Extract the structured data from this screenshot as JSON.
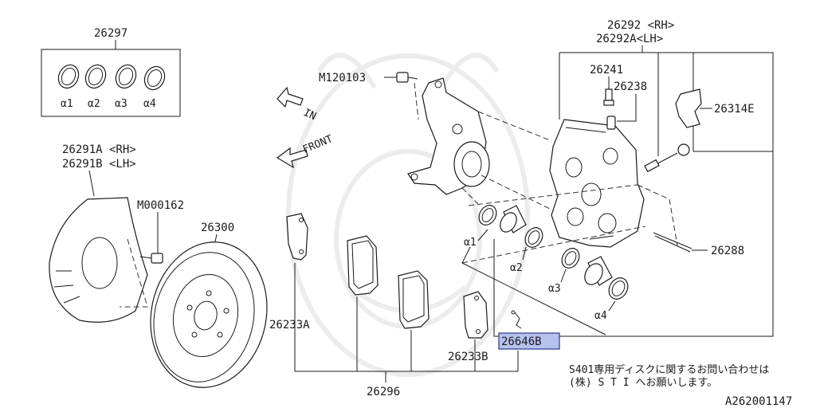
{
  "labels": {
    "seal_kit": "26297",
    "seal_a1": "α1",
    "seal_a2": "α2",
    "seal_a3": "α3",
    "seal_a4": "α4",
    "cover_rh": "26291A <RH>",
    "cover_lh": "26291B <LH>",
    "bolt_m000162": "M000162",
    "rotor": "26300",
    "bolt_m120103": "M120103",
    "arrow_in": "IN",
    "arrow_front": "FRONT",
    "caliper_rh": "26292 <RH>",
    "caliper_lh": "26292A<LH>",
    "bleeder": "26241",
    "bleeder_cap": "26238",
    "clip_26314e": "26314E",
    "pin_26288": "26288",
    "piston_a1": "α1",
    "piston_a2": "α2",
    "piston_a3": "α3",
    "piston_a4": "α4",
    "shim_26233a": "26233A",
    "shim_26233b": "26233B",
    "sensor_26646b": "26646B",
    "pad_set": "26296",
    "note_line1": "S401専用ディスクに関するお問い合わせは",
    "note_line2": "(株) S T I へお願いします。",
    "diagram_code": "A262001147"
  },
  "highlight_color": "#b6c2ee"
}
